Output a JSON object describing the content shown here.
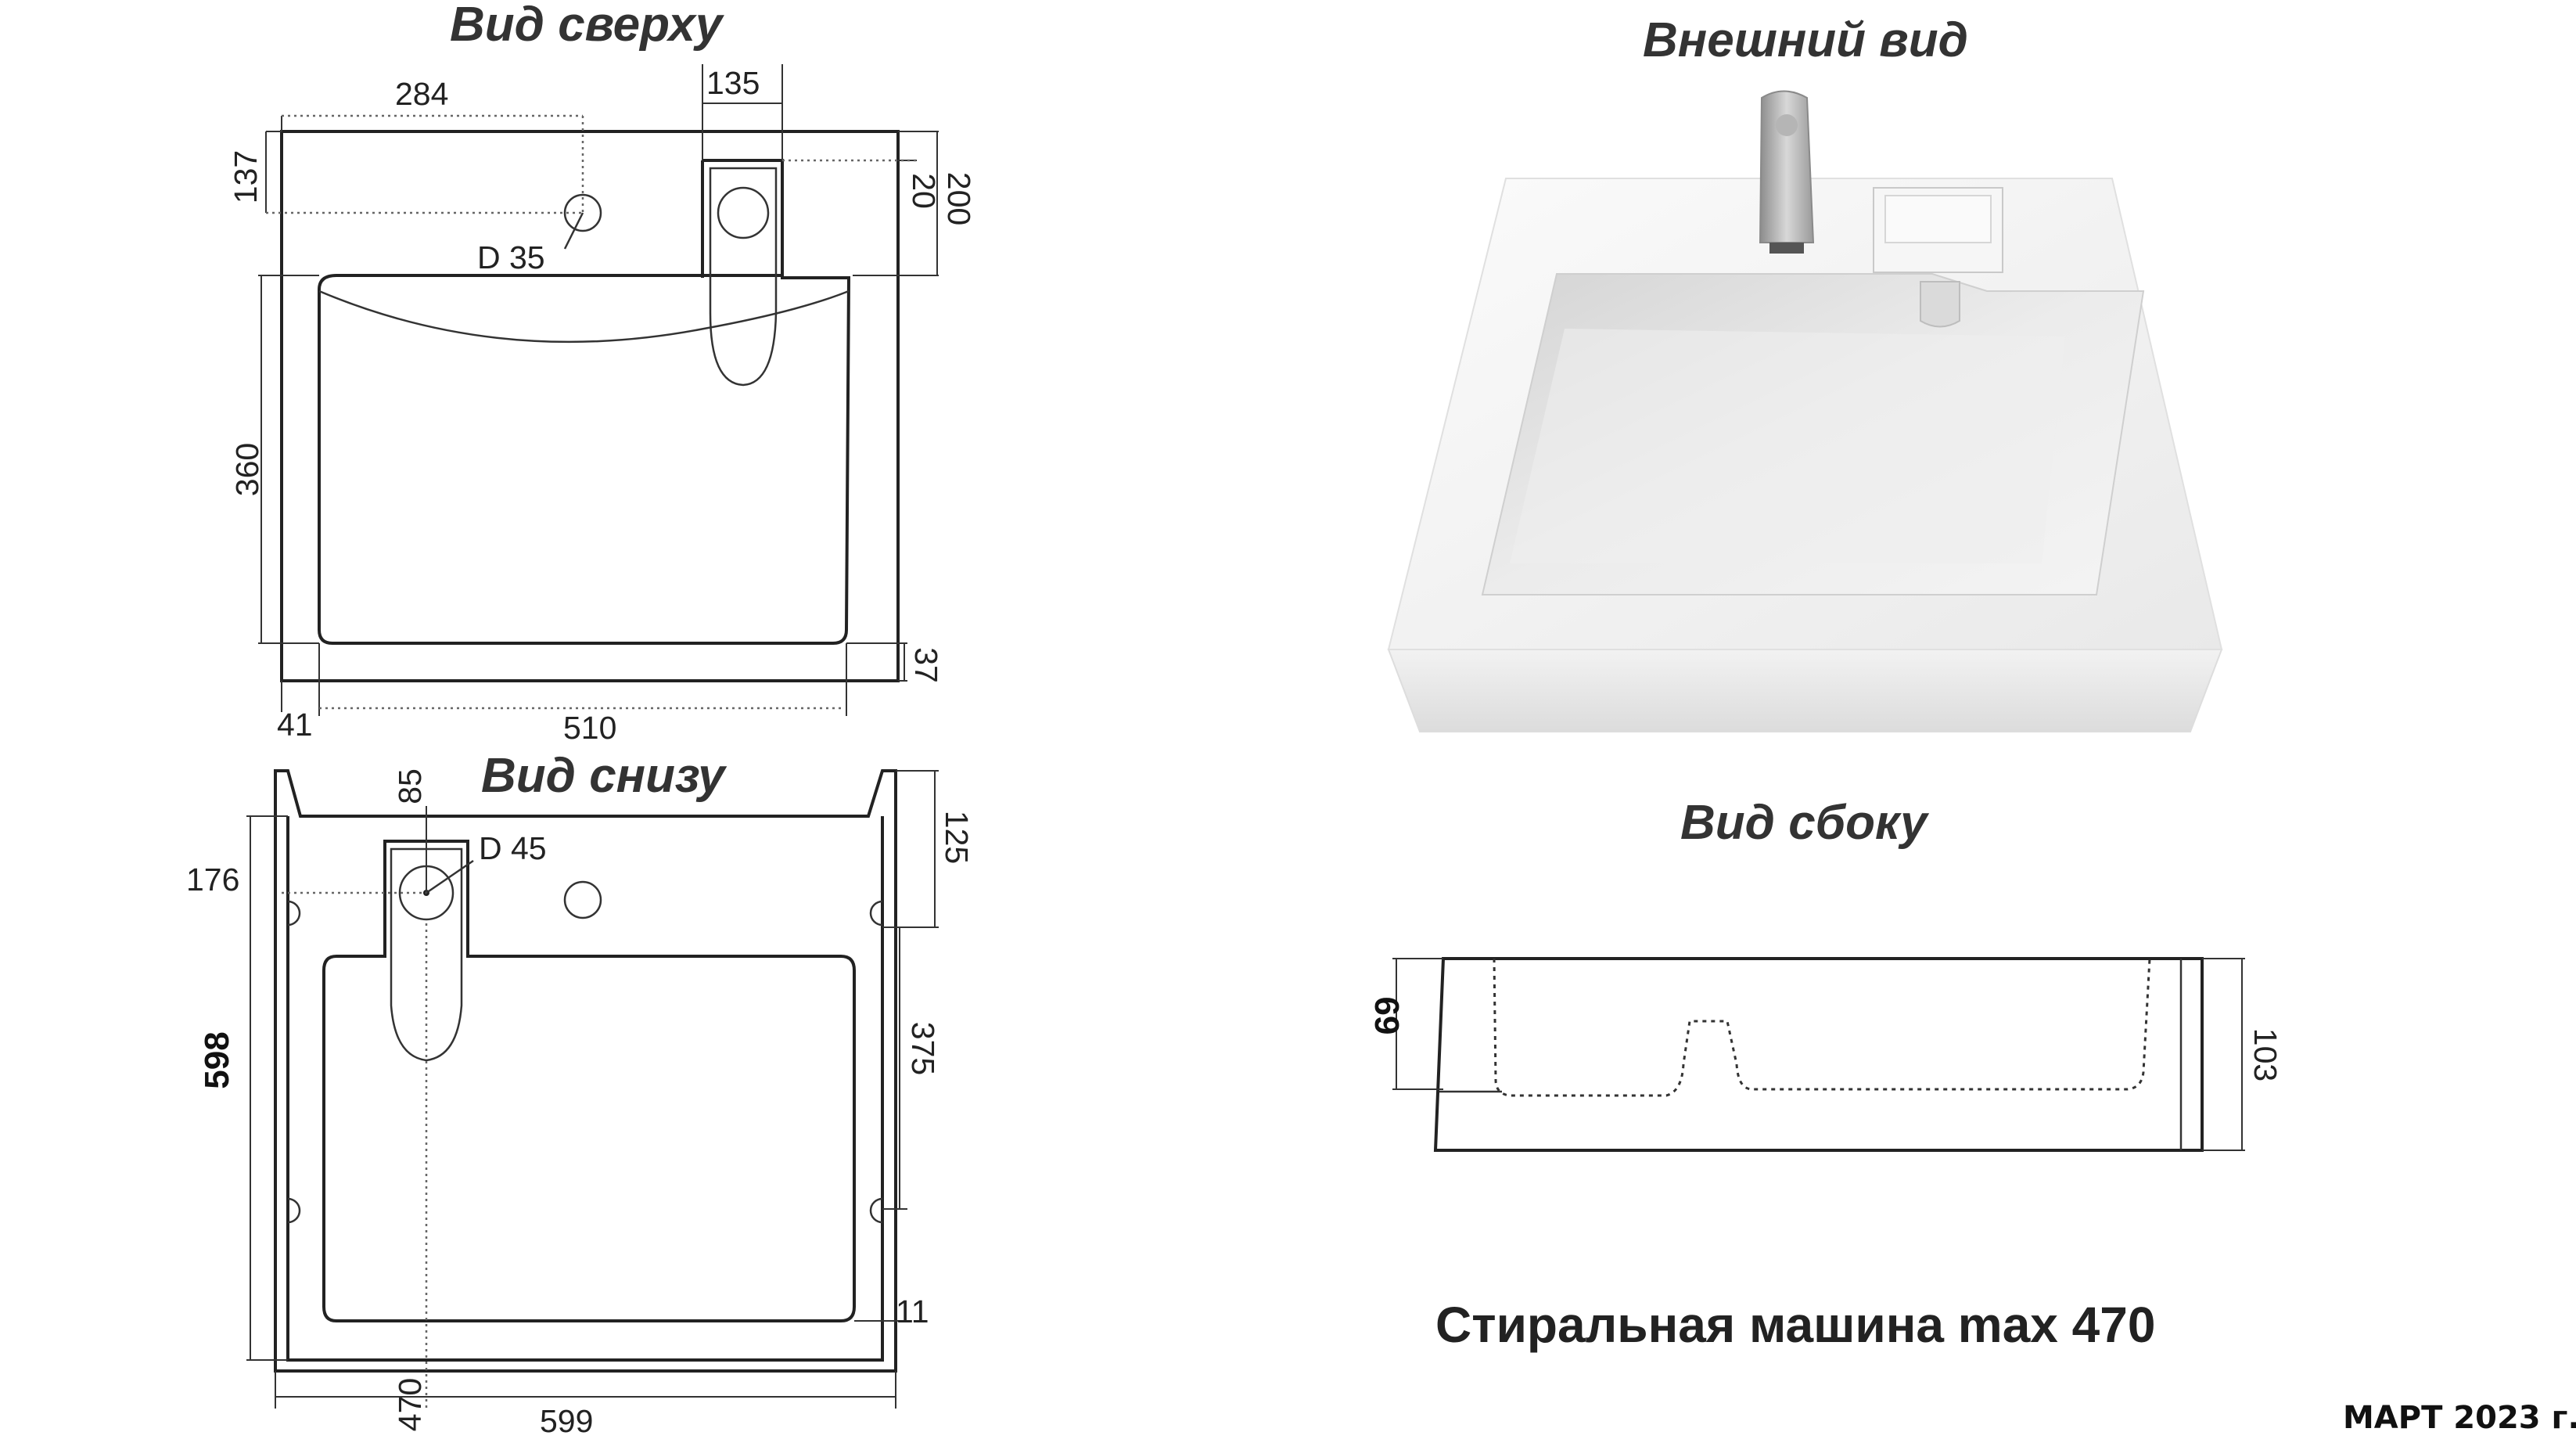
{
  "views": {
    "top": {
      "title": "Вид сверху",
      "dims": {
        "d284": "284",
        "d135": "135",
        "d137": "137",
        "d20": "20",
        "d200": "200",
        "d360": "360",
        "d37": "37",
        "d41": "41",
        "d510": "510"
      },
      "hole_label": "D 35"
    },
    "bottom": {
      "title": "Вид снизу",
      "dims": {
        "d85": "85",
        "d176": "176",
        "d125": "125",
        "d375": "375",
        "d598": "598",
        "d11": "11",
        "d470": "470",
        "d599": "599"
      },
      "hole_label": "D 45"
    },
    "exterior": {
      "title": "Внешний вид"
    },
    "side": {
      "title": "Вид сбоку",
      "dims": {
        "d69": "69",
        "d103": "103"
      }
    }
  },
  "caption": "Стиральная машина max 470",
  "date_stamp": "МАРТ 2023 г.",
  "colors": {
    "line": "#222222",
    "basin": "#e6e6e6",
    "faucet": "#9a9a9a"
  }
}
